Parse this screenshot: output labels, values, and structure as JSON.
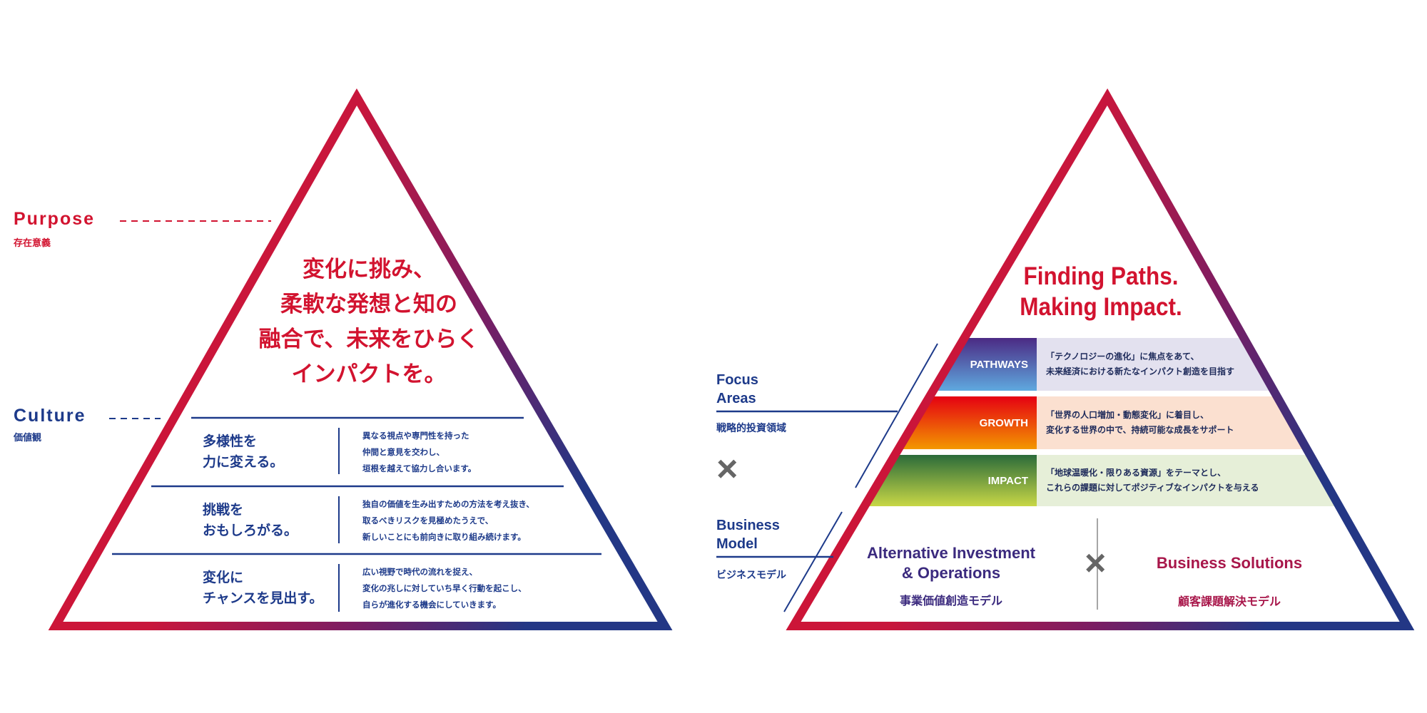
{
  "left": {
    "purpose": {
      "label": "Purpose",
      "sub": "存在意義"
    },
    "culture": {
      "label": "Culture",
      "sub": "価値観"
    },
    "statement": [
      "変化に挑み、",
      "柔軟な発想と知の",
      "融合で、未来をひらく",
      "インパクトを。"
    ],
    "values": [
      {
        "title": [
          "多様性を",
          "力に変える。"
        ],
        "desc": [
          "異なる視点や専門性を持った",
          "仲間と意見を交わし、",
          "垣根を越えて協力し合います。"
        ]
      },
      {
        "title": [
          "挑戦を",
          "おもしろがる。"
        ],
        "desc": [
          "独自の価値を生み出すための方法を考え抜き、",
          "取るべきリスクを見極めたうえで、",
          "新しいことにも前向きに取り組み続けます。"
        ]
      },
      {
        "title": [
          "変化に",
          "チャンスを見出す。"
        ],
        "desc": [
          "広い視野で時代の流れを捉え、",
          "変化の兆しに対していち早く行動を起こし、",
          "自らが進化する機会にしていきます。"
        ]
      }
    ]
  },
  "right": {
    "tagline": [
      "Finding Paths.",
      "Making Impact."
    ],
    "focus": {
      "label": [
        "Focus",
        "Areas"
      ],
      "sub": "戦略的投資領域"
    },
    "cross": "×",
    "business": {
      "label": [
        "Business",
        "Model"
      ],
      "sub": "ビジネスモデル"
    },
    "bands": [
      {
        "label": "PATHWAYS",
        "desc": [
          "「テクノロジーの進化」に焦点をあて、",
          "未来経済における新たなインパクト創造を目指す"
        ],
        "colors": [
          "#4b2a84",
          "#5fa9df",
          "#e3e1ef"
        ]
      },
      {
        "label": "GROWTH",
        "desc": [
          "「世界の人口増加・動態変化」に着目し、",
          "変化する世界の中で、持続可能な成長をサポート"
        ],
        "colors": [
          "#e50012",
          "#f39800",
          "#fbe0d0"
        ]
      },
      {
        "label": "IMPACT",
        "desc": [
          "「地球温暖化・限りある資源」をテーマとし、",
          "これらの課題に対してポジティブなインパクトを与える"
        ],
        "colors": [
          "#2b6b3a",
          "#c8d746",
          "#e6efd8"
        ]
      }
    ],
    "models": [
      {
        "title": [
          "Alternative Investment",
          "& Operations"
        ],
        "sub": "事業価値創造モデル",
        "color": "#3b2a7e"
      },
      {
        "title": [
          "Business Solutions"
        ],
        "sub": "顧客課題解決モデル",
        "color": "#a8164a"
      }
    ]
  },
  "colors": {
    "red": "#d2132f",
    "navy": "#253584"
  }
}
